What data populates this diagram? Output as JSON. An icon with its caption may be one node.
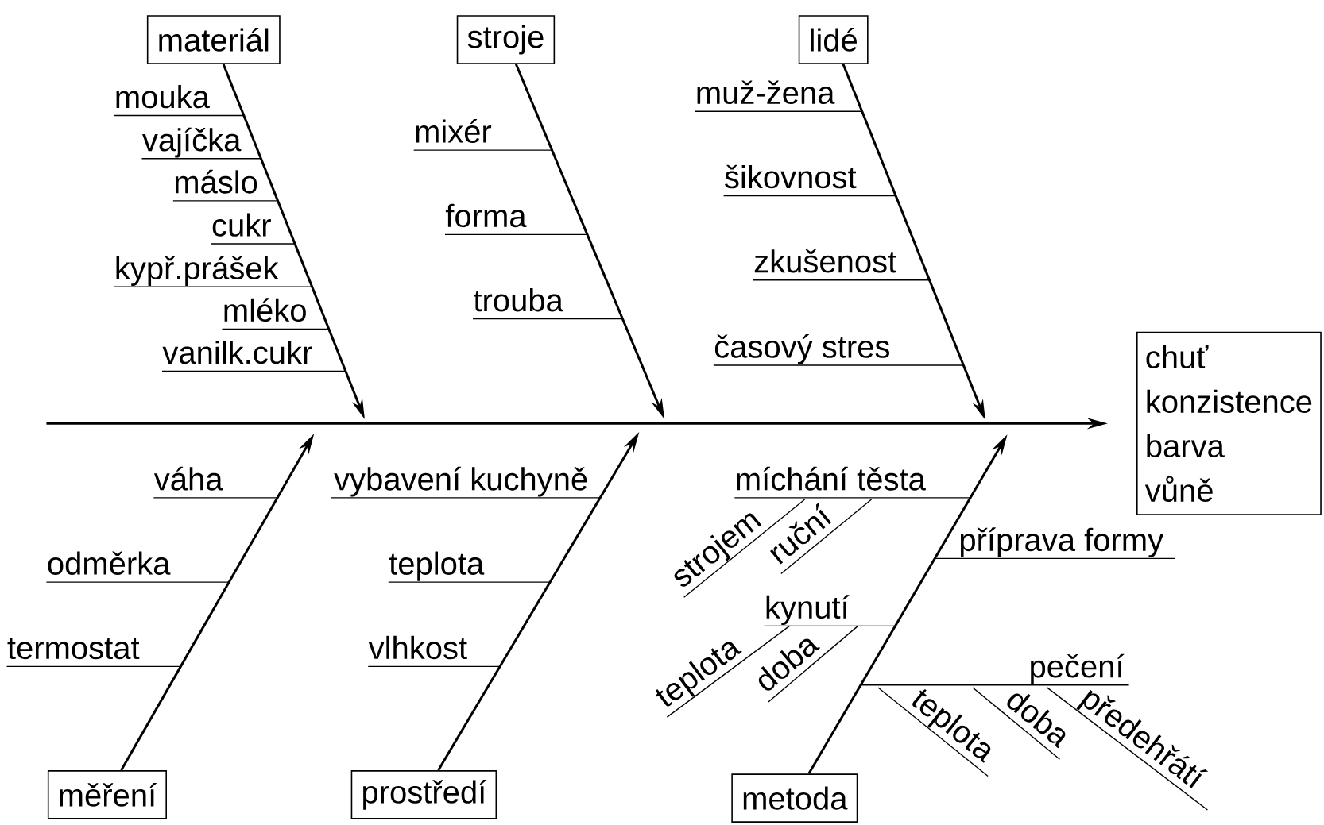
{
  "diagram": {
    "nodes": [
      {
        "text": [
          "materiál"
        ]
      },
      {
        "text": [
          "stroje"
        ]
      },
      {
        "text": [
          "lidé"
        ]
      },
      {
        "text": [
          "chuť",
          "konzistence",
          "barva",
          "vůně"
        ]
      },
      {
        "text": [
          "měření"
        ]
      },
      {
        "text": [
          "prostředí"
        ]
      },
      {
        "text": [
          "metoda"
        ]
      }
    ],
    "edges": [
      {
        "from": 0,
        "to": null,
        "arrow": "to"
      },
      {
        "from": 1,
        "to": null,
        "arrow": "to"
      },
      {
        "from": 2,
        "to": null,
        "arrow": "to"
      },
      {
        "from": 4,
        "to": null,
        "arrow": "to"
      },
      {
        "from": 5,
        "to": null,
        "arrow": "to"
      },
      {
        "from": 6,
        "to": null,
        "arrow": "to"
      },
      {
        "from": null,
        "to": 3,
        "arrow": "to"
      }
    ],
    "labels": [
      "mouka",
      "vajíčka",
      "máslo",
      "cukr",
      "kypř.prášek",
      "mléko",
      "vanilk.cukr",
      "mixér",
      "forma",
      "trouba",
      "muž-žena",
      "šikovnost",
      "zkušenost",
      "časový stres",
      "váha",
      "odměrka",
      "termostat",
      "vybavení kuchyně",
      "teplota",
      "vlhkost",
      "míchání těsta",
      "strojem",
      "ruční",
      "příprava formy",
      "kynutí",
      "teplota",
      "doba",
      "pečení",
      "teplota",
      "doba",
      "předehřátí"
    ]
  }
}
